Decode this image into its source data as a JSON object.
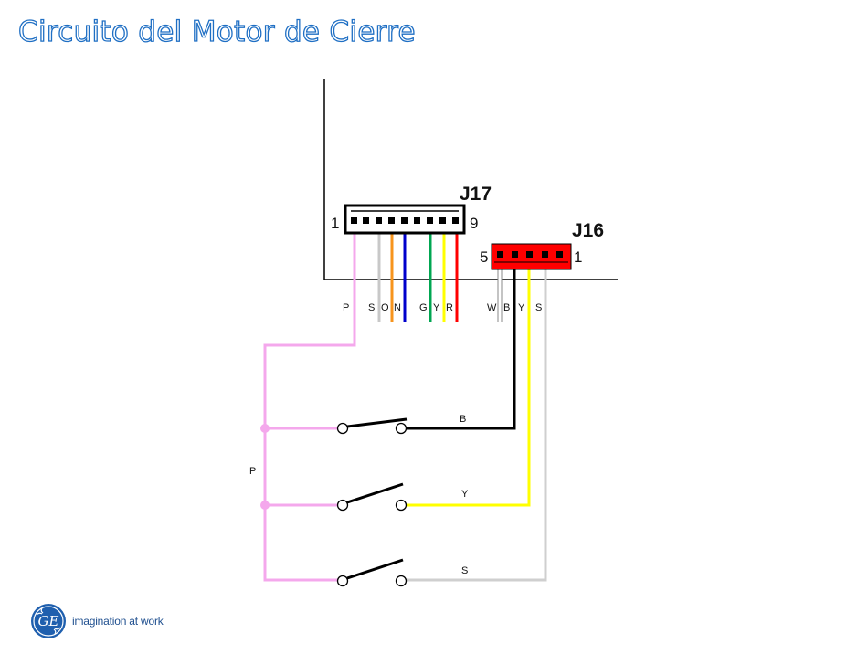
{
  "title": "Circuito del Motor de Cierre",
  "connectors": {
    "j17": {
      "name": "J17",
      "pin_first": "1",
      "pin_last": "9",
      "wire_labels": [
        "P",
        "S",
        "O",
        "N",
        "G",
        "Y",
        "R"
      ]
    },
    "j16": {
      "name": "J16",
      "pin_first": "5",
      "pin_last": "1",
      "wire_labels": [
        "W",
        "B",
        "Y",
        "S"
      ]
    }
  },
  "wires": {
    "bus_label": "P",
    "switch_1_label": "B",
    "switch_2_label": "Y",
    "switch_3_label": "S"
  },
  "colors": {
    "pink": "#f4a8ec",
    "silver": "#c8c8c8",
    "orange": "#f7941d",
    "blue": "#0000cc",
    "green": "#00a651",
    "yellow": "#ffff00",
    "red": "#ff0000",
    "black": "#000000",
    "white": "#ffffff",
    "j16_body": "#ff0000",
    "title_outline": "#1f6fc4"
  },
  "brand": {
    "logo_text": "GE",
    "tagline": "imagination at work"
  }
}
